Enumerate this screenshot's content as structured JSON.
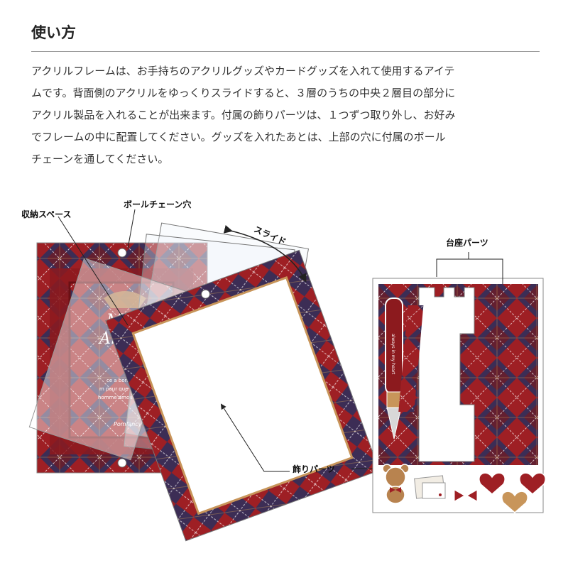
{
  "heading": "使い方",
  "description": {
    "lines": [
      "アクリルフレームは、お手持ちのアクリルグッズやカードグッズを入れて使用するアイテ",
      "ムです。背面側のアクリルをゆっくりスライドすると、３層のうちの中央２層目の部分に",
      "アクリル製品を入れることが出来ます。付属の飾りパーツは、１つずつ取り外し、お好み",
      "でフレームの中に配置してください。グッズを入れたあとは、上部の穴に付属のボール",
      "チェーンを通してください。"
    ]
  },
  "labels": {
    "storage_space": "収納スペース",
    "ball_chain_hole": "ボールチェーン穴",
    "slide": "スライド",
    "stand_parts": "台座パーツ",
    "decoration_parts": "飾りパーツ"
  },
  "artwork": {
    "brand_text": "Mon Amour",
    "small_text": [
      "ce a boneurg",
      "m pour que vous me",
      "homme amour",
      "Pomfancy"
    ],
    "pen_text": "always in my heart"
  },
  "colors": {
    "plaid_red": "#9e1f24",
    "plaid_dark_red": "#7d1518",
    "plaid_navy": "#2a2f5e",
    "frame_gold": "#c8955a",
    "bear_brown": "#b8834f"
  }
}
